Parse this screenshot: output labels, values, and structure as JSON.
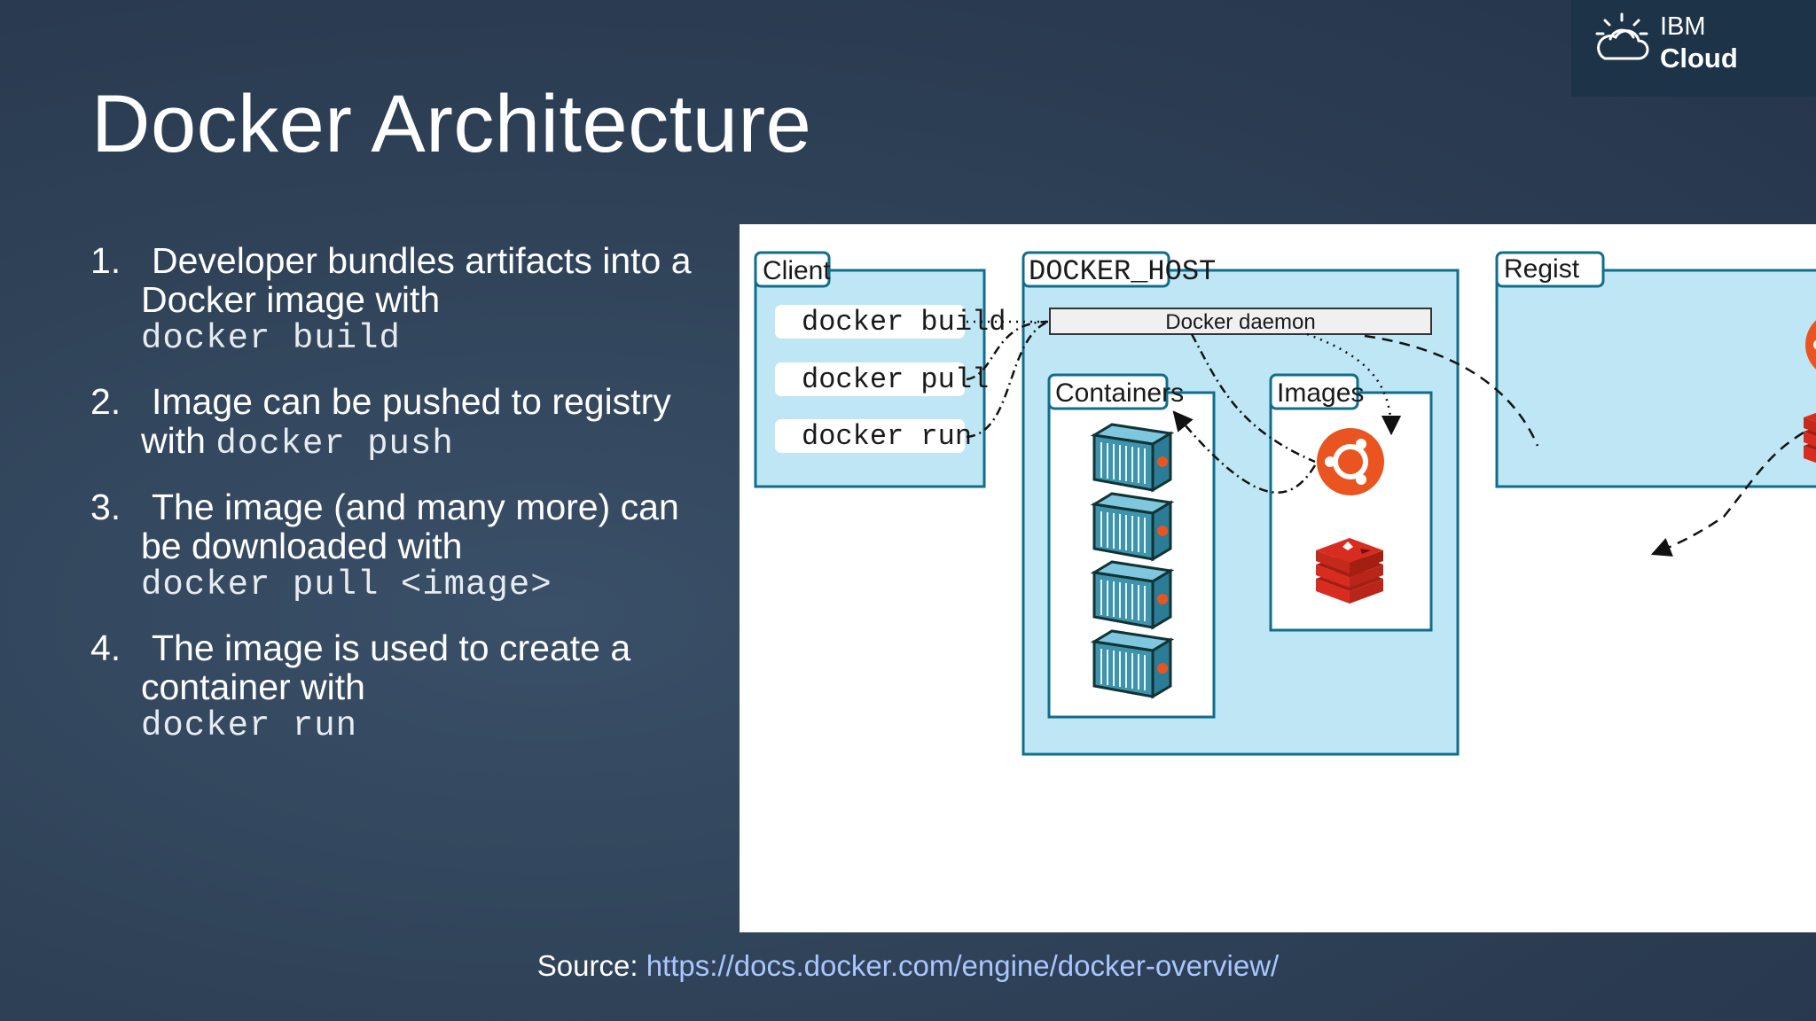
{
  "brand": {
    "line1": "IBM",
    "line2": "Cloud",
    "icon": "cloud-sun-icon"
  },
  "title": "Docker Architecture",
  "steps": [
    {
      "number": "1.",
      "text": "Developer bundles artifacts into a Docker image with",
      "code": "docker build"
    },
    {
      "number": "2.",
      "text": "Image can be pushed to registry with",
      "code": "docker push"
    },
    {
      "number": "3.",
      "text": "The image (and many more) can be downloaded with",
      "code": "docker pull <image>"
    },
    {
      "number": "4.",
      "text": "The image is used to create a container with",
      "code": "docker run"
    }
  ],
  "diagram": {
    "client": {
      "label": "Client",
      "commands": [
        "docker build",
        "docker pull",
        "docker run"
      ]
    },
    "docker_host": {
      "label": "DOCKER_HOST",
      "daemon": "Docker daemon",
      "containers_label": "Containers",
      "images_label": "Images"
    },
    "registry": {
      "label": "Regist"
    },
    "colors": {
      "panel_fill": "#bfe6f5",
      "panel_stroke": "#0f6e8c",
      "ubuntu": "#e95420",
      "redis": "#d82c20"
    }
  },
  "source": {
    "prefix": "Source: ",
    "url": "https://docs.docker.com/engine/docker-overview/"
  }
}
